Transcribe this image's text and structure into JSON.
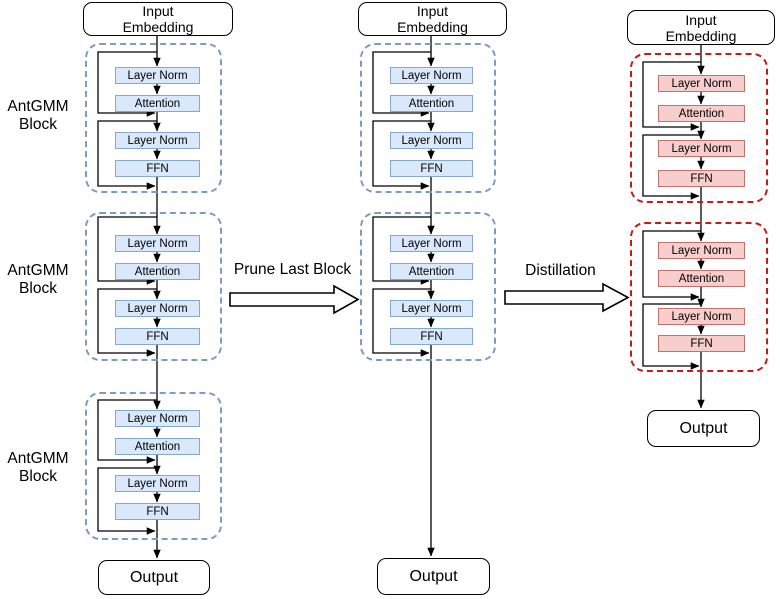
{
  "colors": {
    "blue_fill": "#dae8fc",
    "blue_stroke": "#85a8d0",
    "blue_dash": "#7b9cc6",
    "red_fill": "#f8cecc",
    "red_stroke": "#c4716b",
    "red_dash": "#bf1d15",
    "line": "#000000"
  },
  "arrows": {
    "prune": {
      "label": "Prune Last Block"
    },
    "distill": {
      "label": "Distillation"
    }
  },
  "columns": [
    {
      "input": "Input\nEmbedding",
      "output": "Output",
      "blocks": [
        {
          "side_label": "AntGMM\nBlock",
          "layers": [
            "Layer Norm",
            "Attention",
            "Layer Norm",
            "FFN"
          ]
        },
        {
          "side_label": "AntGMM\nBlock",
          "layers": [
            "Layer Norm",
            "Attention",
            "Layer Norm",
            "FFN"
          ]
        },
        {
          "side_label": "AntGMM\nBlock",
          "layers": [
            "Layer Norm",
            "Attention",
            "Layer Norm",
            "FFN"
          ]
        }
      ]
    },
    {
      "input": "Input\nEmbedding",
      "output": "Output",
      "blocks": [
        {
          "layers": [
            "Layer Norm",
            "Attention",
            "Layer Norm",
            "FFN"
          ]
        },
        {
          "layers": [
            "Layer Norm",
            "Attention",
            "Layer Norm",
            "FFN"
          ]
        }
      ]
    },
    {
      "input": "Input\nEmbedding",
      "output": "Output",
      "blocks": [
        {
          "layers": [
            "Layer Norm",
            "Attention",
            "Layer Norm",
            "FFN"
          ]
        },
        {
          "layers": [
            "Layer Norm",
            "Attention",
            "Layer Norm",
            "FFN"
          ]
        }
      ]
    }
  ]
}
